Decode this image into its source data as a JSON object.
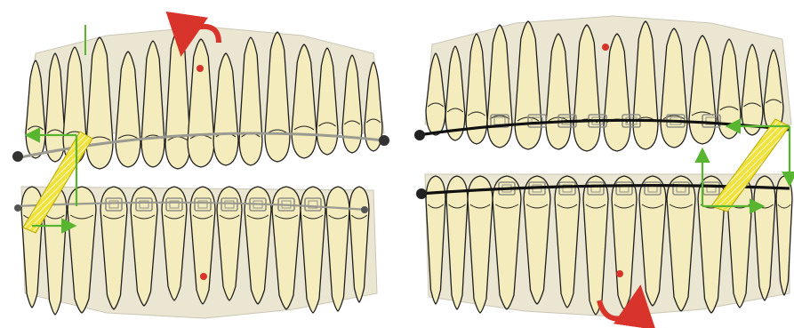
{
  "figure": {
    "panels": [
      {
        "id": "left",
        "view": "orthodontic-arch-frontal",
        "rotation_arrow": "top",
        "elastic": "class-ii-diagonal"
      },
      {
        "id": "right",
        "view": "orthodontic-arch-frontal",
        "rotation_arrow": "bottom",
        "elastic": "class-iii-diagonal"
      }
    ]
  },
  "colors": {
    "tooth_fill": "#f4ecbc",
    "tooth_stroke": "#1f1f1f",
    "gum_shadow": "#e6e0c8",
    "archwire_left": "#9a9a90",
    "archwire_right": "#111111",
    "bracket": "#8e8e86",
    "elastic": "#f0e23a",
    "elastic_stroke": "#b8a800",
    "force_arrow": "#58b530",
    "center_dot": "#d9342b",
    "rotation_arrow": "#d9342b",
    "background": "#ffffff"
  },
  "icons": [
    "rotation-arrow-icon",
    "force-arrow-icon",
    "center-dot-icon"
  ]
}
